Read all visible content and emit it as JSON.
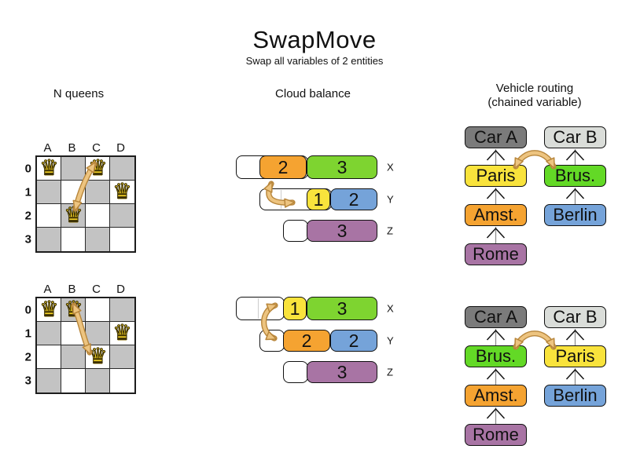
{
  "title": "SwapMove",
  "subtitle": "Swap all variables of 2 entities",
  "sections": {
    "nqueens": {
      "title": "N queens"
    },
    "cloud": {
      "title": "Cloud balance"
    },
    "vehicle_routing": {
      "title": "Vehicle routing",
      "subtitle": "(chained variable)"
    }
  },
  "colors": {
    "board_gray": "#C3C3C3",
    "board_white": "#FFFFFF",
    "queen_gold": "#F5D327",
    "orange": "#F5A331",
    "green": "#7ED430",
    "green_bright": "#63D926",
    "yellow": "#F9E33C",
    "blue": "#75A3D9",
    "purple": "#A874A4",
    "car_a": "#7B7B7B",
    "car_b": "#DADDD9",
    "arrow_fill": "#EDC480",
    "arrow_outline": "#B8863B",
    "chain_line": "#8f8f8f",
    "chevron": "#141414"
  },
  "nqueens": {
    "column_headers": [
      "A",
      "B",
      "C",
      "D"
    ],
    "row_headers": [
      "0",
      "1",
      "2",
      "3"
    ],
    "boards": [
      {
        "name": "before",
        "queens": [
          [
            0,
            0
          ],
          [
            2,
            0
          ],
          [
            3,
            1
          ],
          [
            1,
            2
          ]
        ],
        "swap_from": [
          2,
          0
        ],
        "swap_to": [
          1,
          2
        ]
      },
      {
        "name": "after",
        "queens": [
          [
            0,
            0
          ],
          [
            1,
            0
          ],
          [
            3,
            1
          ],
          [
            2,
            2
          ]
        ],
        "swap_from": [
          1,
          0
        ],
        "swap_to": [
          2,
          2
        ]
      }
    ]
  },
  "cloud": {
    "row_labels": [
      "X",
      "Y",
      "Z"
    ],
    "states": [
      {
        "name": "before",
        "rows": [
          {
            "label": "X",
            "free": {
              "start": 0,
              "units": 3.07
            },
            "divider_at": null,
            "segments": [
              {
                "value": "2",
                "color": "orange",
                "start": 1,
                "units": 2
              },
              {
                "value": "3",
                "color": "green",
                "start": 3,
                "units": 3
              }
            ]
          },
          {
            "label": "Y",
            "free": {
              "start": 1,
              "units": 3.07
            },
            "divider_at": 1.9,
            "segments": [
              {
                "value": "1",
                "color": "yellow",
                "start": 3,
                "units": 1
              },
              {
                "value": "2",
                "color": "blue",
                "start": 4,
                "units": 2
              }
            ]
          },
          {
            "label": "Z",
            "free": {
              "start": 2,
              "units": 1.07
            },
            "divider_at": null,
            "segments": [
              {
                "value": "3",
                "color": "purple",
                "start": 3,
                "units": 3
              }
            ]
          }
        ]
      },
      {
        "name": "after",
        "rows": [
          {
            "label": "X",
            "free": {
              "start": 0,
              "units": 2.07
            },
            "divider_at": 0.93,
            "segments": [
              {
                "value": "1",
                "color": "yellow",
                "start": 2,
                "units": 1
              },
              {
                "value": "3",
                "color": "green",
                "start": 3,
                "units": 3
              }
            ]
          },
          {
            "label": "Y",
            "free": {
              "start": 1,
              "units": 1.07
            },
            "divider_at": null,
            "segments": [
              {
                "value": "2",
                "color": "orange",
                "start": 2,
                "units": 2
              },
              {
                "value": "2",
                "color": "blue",
                "start": 4,
                "units": 2
              }
            ]
          },
          {
            "label": "Z",
            "free": {
              "start": 2,
              "units": 1.07
            },
            "divider_at": null,
            "segments": [
              {
                "value": "3",
                "color": "purple",
                "start": 3,
                "units": 3
              }
            ]
          }
        ]
      }
    ]
  },
  "vehicle_routing": {
    "states": [
      {
        "name": "before",
        "left": [
          {
            "label": "Car A",
            "color": "car_a"
          },
          {
            "label": "Paris",
            "color": "yellow"
          },
          {
            "label": "Amst.",
            "color": "orange"
          },
          {
            "label": "Rome",
            "color": "purple"
          }
        ],
        "right": [
          {
            "label": "Car B",
            "color": "car_b"
          },
          {
            "label": "Brus.",
            "color": "green_bright"
          },
          {
            "label": "Berlin",
            "color": "blue"
          }
        ]
      },
      {
        "name": "after",
        "left": [
          {
            "label": "Car A",
            "color": "car_a"
          },
          {
            "label": "Brus.",
            "color": "green_bright"
          },
          {
            "label": "Amst.",
            "color": "orange"
          },
          {
            "label": "Rome",
            "color": "purple"
          }
        ],
        "right": [
          {
            "label": "Car B",
            "color": "car_b"
          },
          {
            "label": "Paris",
            "color": "yellow"
          },
          {
            "label": "Berlin",
            "color": "blue"
          }
        ]
      }
    ]
  }
}
